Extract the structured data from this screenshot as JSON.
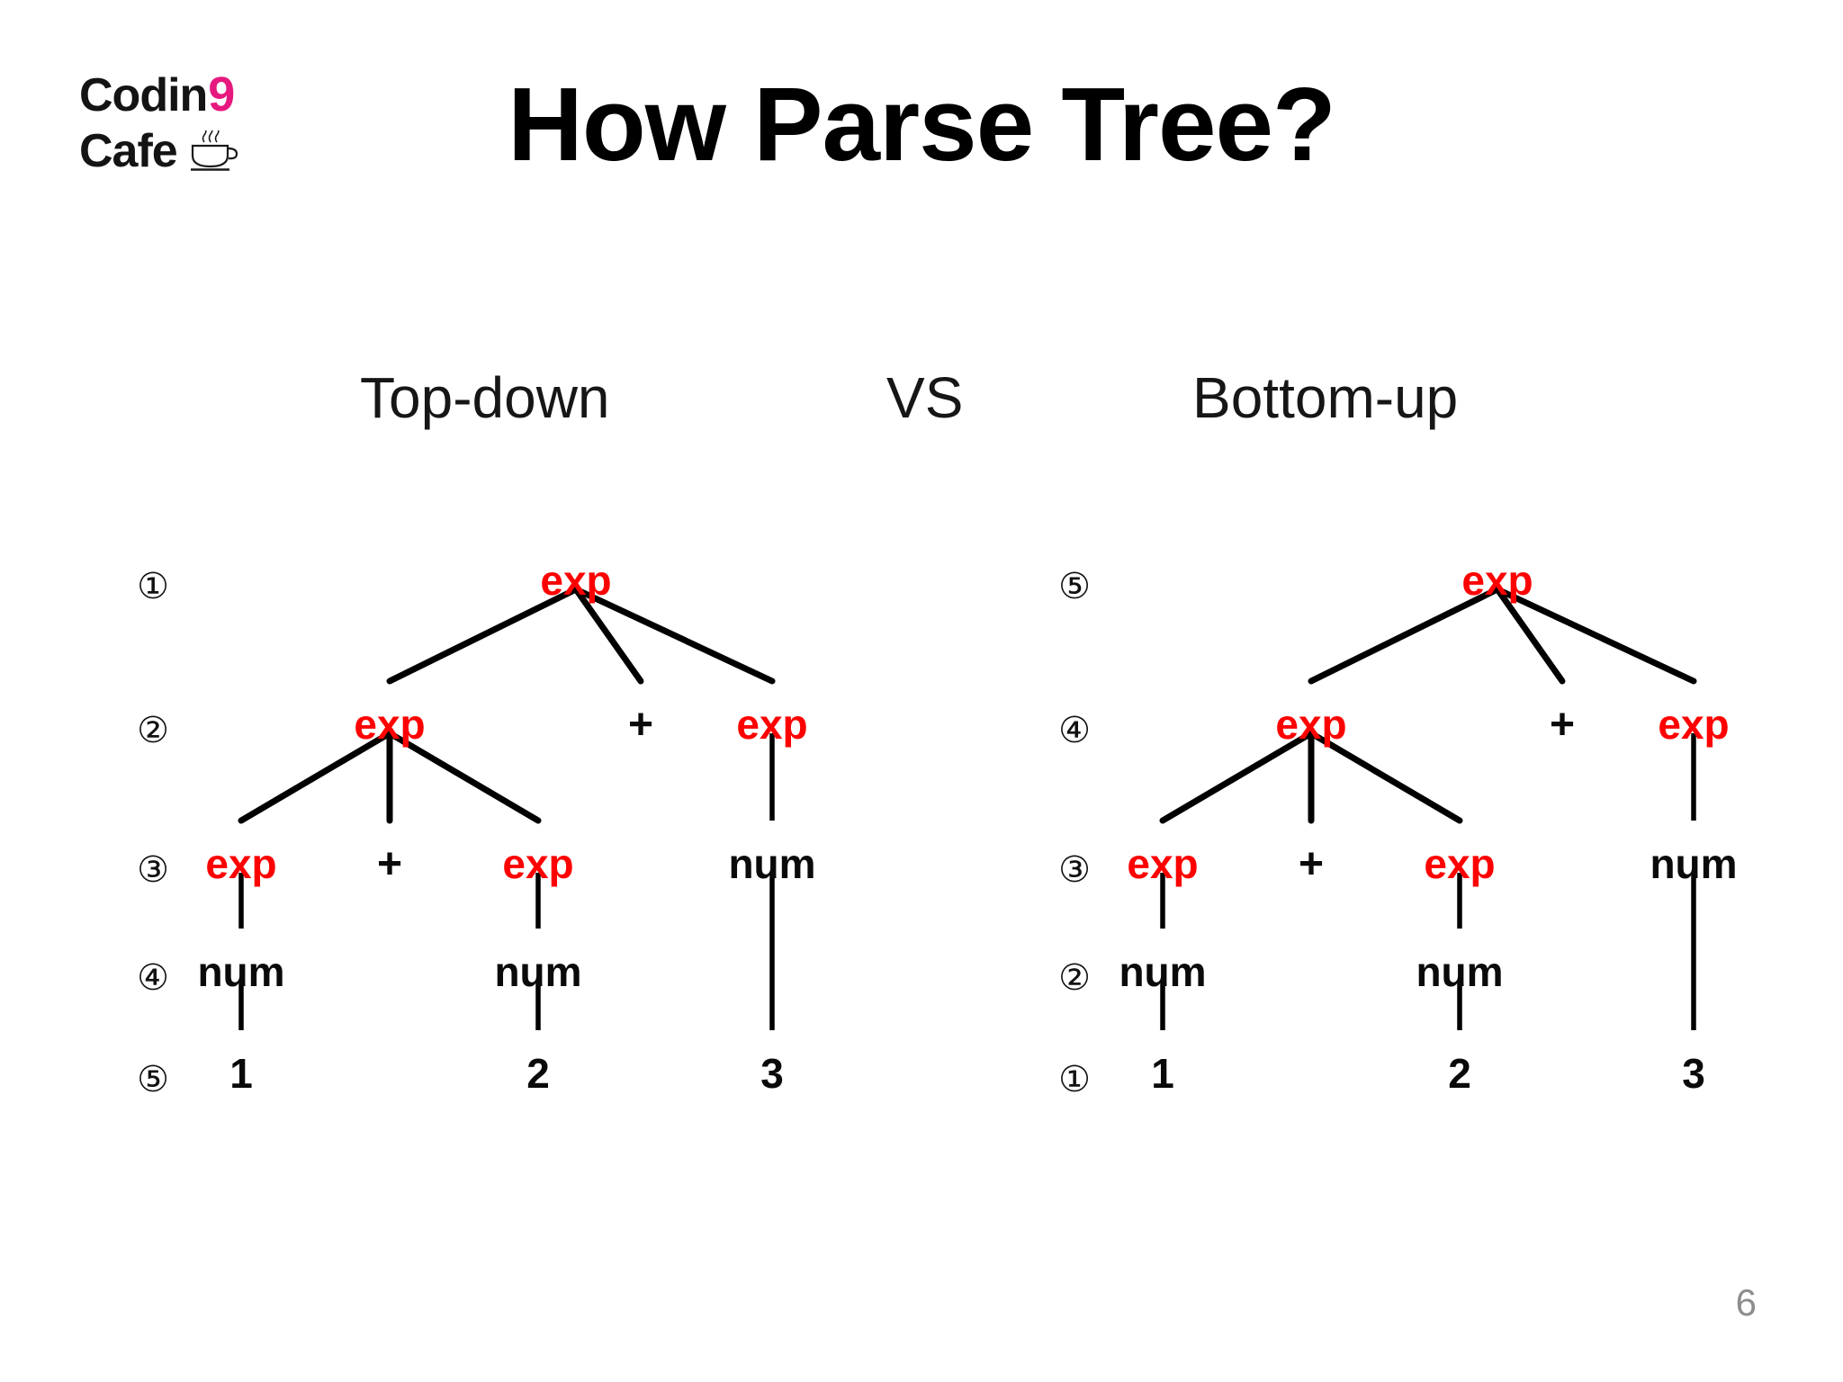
{
  "slide": {
    "page_number": "6",
    "background_color": "#ffffff"
  },
  "logo": {
    "word_main": "Codin",
    "word_accent": "9",
    "word_second": "Cafe",
    "accent_color": "#e6197f",
    "cup_icon": "coffee-cup-icon"
  },
  "header": {
    "title": "How Parse Tree?"
  },
  "comparison": {
    "left_label": "Top-down",
    "separator_label": "VS",
    "right_label": "Bottom-up"
  },
  "colors": {
    "nonterminal": "#fe0000",
    "terminal": "#0a0a0a",
    "page_number": "#8d8d8d"
  },
  "trees": [
    {
      "name": "top-down-tree",
      "caption": "Top-down",
      "step_order": [
        "①",
        "②",
        "③",
        "④",
        "⑤"
      ],
      "levels": [
        {
          "step": "①",
          "nodes": [
            {
              "label": "exp",
              "kind": "nonterminal"
            }
          ]
        },
        {
          "step": "②",
          "nodes": [
            {
              "label": "exp",
              "kind": "nonterminal"
            },
            {
              "label": "+",
              "kind": "operator"
            },
            {
              "label": "exp",
              "kind": "nonterminal"
            }
          ]
        },
        {
          "step": "③",
          "nodes": [
            {
              "label": "exp",
              "kind": "nonterminal"
            },
            {
              "label": "+",
              "kind": "operator"
            },
            {
              "label": "exp",
              "kind": "nonterminal"
            },
            {
              "label": "num",
              "kind": "terminal"
            }
          ]
        },
        {
          "step": "④",
          "nodes": [
            {
              "label": "num",
              "kind": "terminal"
            },
            {
              "label": "num",
              "kind": "terminal"
            }
          ]
        },
        {
          "step": "⑤",
          "nodes": [
            {
              "label": "1",
              "kind": "token"
            },
            {
              "label": "2",
              "kind": "token"
            },
            {
              "label": "3",
              "kind": "token"
            }
          ]
        }
      ]
    },
    {
      "name": "bottom-up-tree",
      "caption": "Bottom-up",
      "step_order": [
        "⑤",
        "④",
        "③",
        "②",
        "①"
      ],
      "levels": [
        {
          "step": "⑤",
          "nodes": [
            {
              "label": "exp",
              "kind": "nonterminal"
            }
          ]
        },
        {
          "step": "④",
          "nodes": [
            {
              "label": "exp",
              "kind": "nonterminal"
            },
            {
              "label": "+",
              "kind": "operator"
            },
            {
              "label": "exp",
              "kind": "nonterminal"
            }
          ]
        },
        {
          "step": "③",
          "nodes": [
            {
              "label": "exp",
              "kind": "nonterminal"
            },
            {
              "label": "+",
              "kind": "operator"
            },
            {
              "label": "exp",
              "kind": "nonterminal"
            },
            {
              "label": "num",
              "kind": "terminal"
            }
          ]
        },
        {
          "step": "②",
          "nodes": [
            {
              "label": "num",
              "kind": "terminal"
            },
            {
              "label": "num",
              "kind": "terminal"
            }
          ]
        },
        {
          "step": "①",
          "nodes": [
            {
              "label": "1",
              "kind": "token"
            },
            {
              "label": "2",
              "kind": "token"
            },
            {
              "label": "3",
              "kind": "token"
            }
          ]
        }
      ]
    }
  ],
  "tree_nodes": {
    "left": {
      "step1": "①",
      "step2": "②",
      "step3": "③",
      "step4": "④",
      "step5": "⑤",
      "root_exp": "exp",
      "l2_exp": "exp",
      "l2_plus": "+",
      "l2_exp_right": "exp",
      "l3_exp": "exp",
      "l3_plus": "+",
      "l3_exp_right": "exp",
      "l3_num": "num",
      "l4_num_left": "num",
      "l4_num_right": "num",
      "l5_one": "1",
      "l5_two": "2",
      "l5_three": "3"
    },
    "right": {
      "step1": "⑤",
      "step2": "④",
      "step3": "③",
      "step4": "②",
      "step5": "①",
      "root_exp": "exp",
      "l2_exp": "exp",
      "l2_plus": "+",
      "l2_exp_right": "exp",
      "l3_exp": "exp",
      "l3_plus": "+",
      "l3_exp_right": "exp",
      "l3_num": "num",
      "l4_num_left": "num",
      "l4_num_right": "num",
      "l5_one": "1",
      "l5_two": "2",
      "l5_three": "3"
    }
  }
}
